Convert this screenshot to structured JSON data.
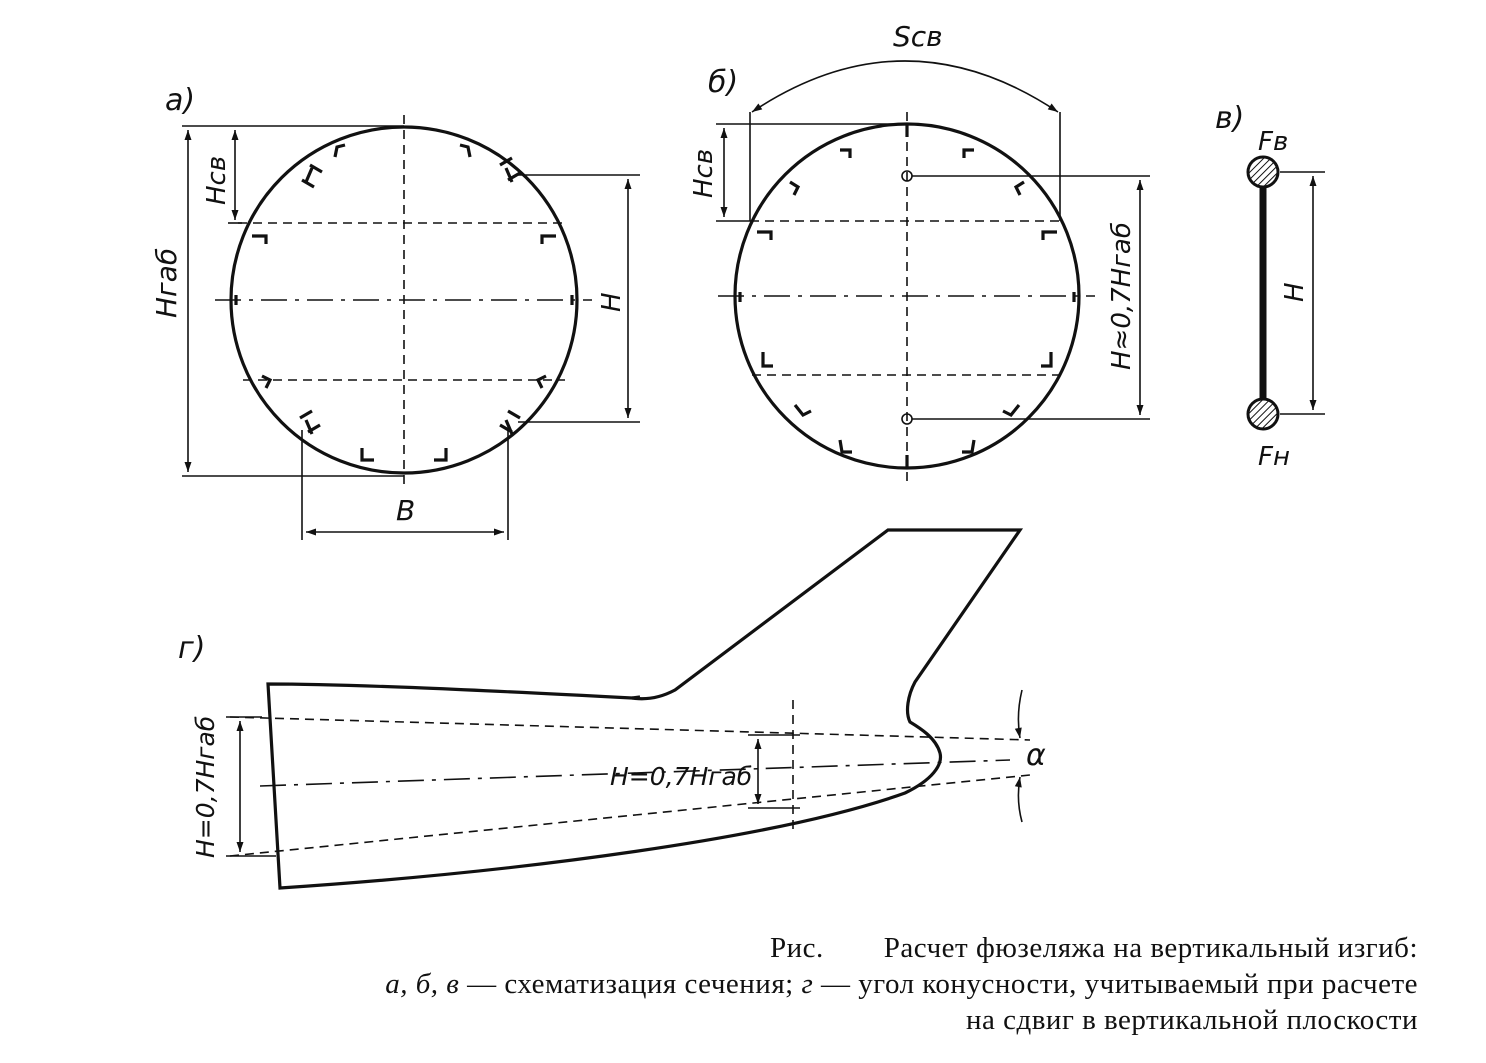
{
  "panels": {
    "a": {
      "tag": "а)",
      "h_gab": "Hгаб",
      "h_sv": "Hсв",
      "h": "H",
      "b": "B"
    },
    "b": {
      "tag": "б)",
      "s_sv": "Sсв",
      "h_sv": "Hсв",
      "h_rel": "H≈0,7Hгаб"
    },
    "v": {
      "tag": "в)",
      "f_top": "Fв",
      "f_bottom": "Fн",
      "h": "H"
    },
    "g": {
      "tag": "г)",
      "h_left": "H=0,7Hгаб",
      "h_mid": "H=0,7Hгаб",
      "alpha": "α"
    }
  },
  "caption": {
    "prefix": "Рис.",
    "title": "Расчет фюзеляжа на вертикальный изгиб:",
    "line2_letters": "а, б, в",
    "line2_text": "— схематизация сечения;",
    "line2_letter_g": "г",
    "line2_rest": "— угол конусности, учитываемый при расчете",
    "line3": "на сдвиг в вертикальной плоскости"
  }
}
